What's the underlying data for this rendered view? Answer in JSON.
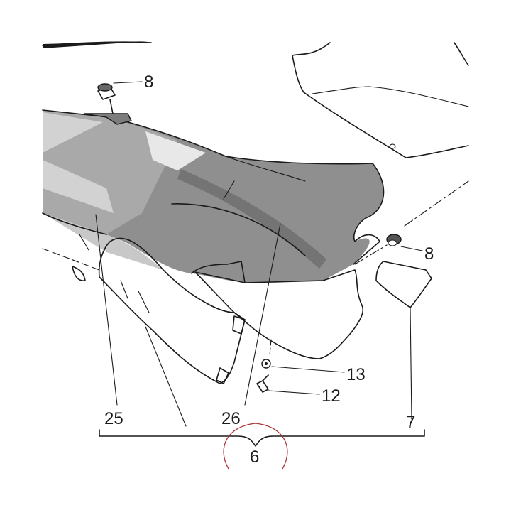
{
  "callouts": {
    "p6": "6",
    "p7": "7",
    "p8_top": "8",
    "p8_right": "8",
    "p12": "12",
    "p13": "13",
    "p25": "25",
    "p26": "26"
  },
  "colors": {
    "ink": "#1a1a1a",
    "panel_dark": "#8f8f8f",
    "panel_mid": "#a9a9a9",
    "panel_light": "#d2d2d2",
    "stripe": "#747474",
    "highlight_circle": "#b0343a"
  }
}
